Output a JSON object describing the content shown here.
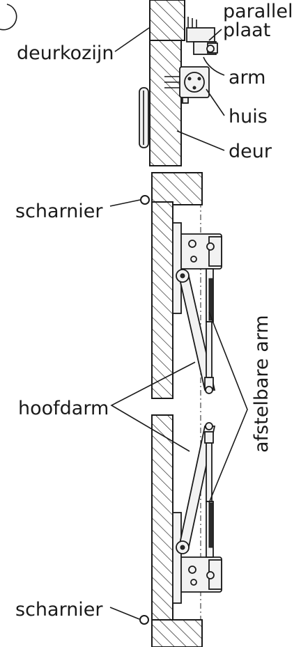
{
  "labels": {
    "parallel": "parallel",
    "plaat": "plaat",
    "deurkozijn": "deurkozijn",
    "arm": "arm",
    "huis": "huis",
    "deur": "deur",
    "scharnier_top": "scharnier",
    "scharnier_bottom": "scharnier",
    "hoofdarm": "hoofdarm",
    "afstelbare_arm": "afstelbare arm"
  }
}
